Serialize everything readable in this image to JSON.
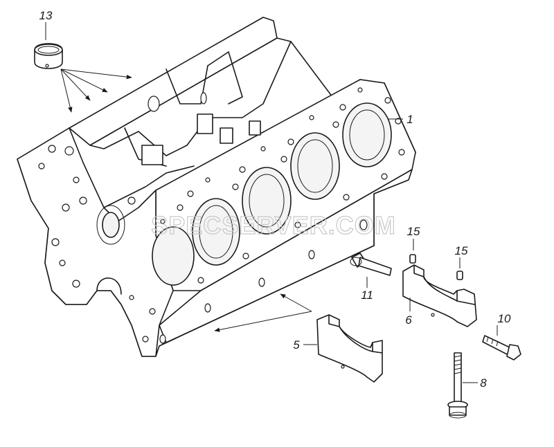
{
  "diagram": {
    "watermark": "SPECSERVER.COM",
    "callouts": [
      {
        "id": "1",
        "label": "1"
      },
      {
        "id": "5",
        "label": "5"
      },
      {
        "id": "6",
        "label": "6"
      },
      {
        "id": "8",
        "label": "8"
      },
      {
        "id": "10",
        "label": "10"
      },
      {
        "id": "11",
        "label": "11"
      },
      {
        "id": "13",
        "label": "13"
      },
      {
        "id": "15a",
        "label": "15"
      },
      {
        "id": "15b",
        "label": "15"
      }
    ]
  }
}
